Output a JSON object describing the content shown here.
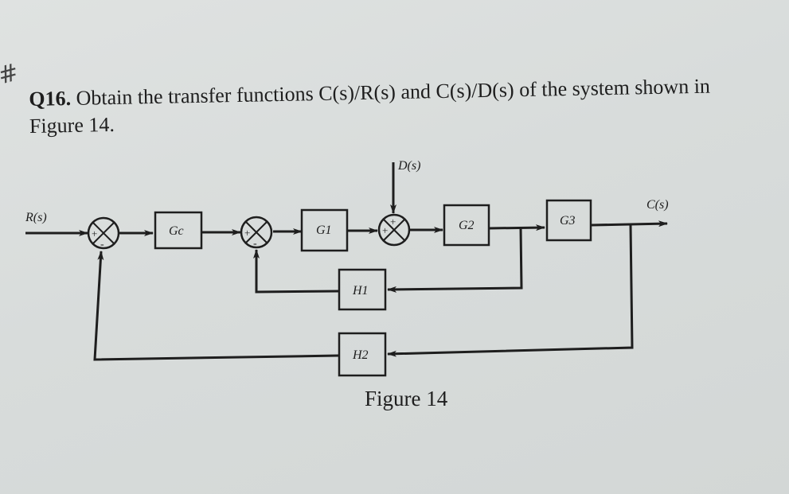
{
  "question": {
    "number": "Q16.",
    "text_line1": "Obtain the transfer functions C(s)/R(s) and C(s)/D(s) of the system shown in",
    "text_line2": "Figure 14."
  },
  "margin_mark": "#",
  "diagram": {
    "input_label": "R(s)",
    "disturbance_label": "D(s)",
    "output_label": "C(s)",
    "blocks": {
      "gc": "Gc",
      "g1": "G1",
      "g2": "G2",
      "g3": "G3",
      "h1": "H1",
      "h2": "H2"
    },
    "summing_junctions": [
      {
        "id": "sum1",
        "signs": [
          "+",
          "-"
        ]
      },
      {
        "id": "sum2",
        "signs": [
          "+",
          "-"
        ]
      },
      {
        "id": "sum3",
        "signs": [
          "+",
          "+"
        ]
      }
    ]
  },
  "caption": "Figure 14"
}
